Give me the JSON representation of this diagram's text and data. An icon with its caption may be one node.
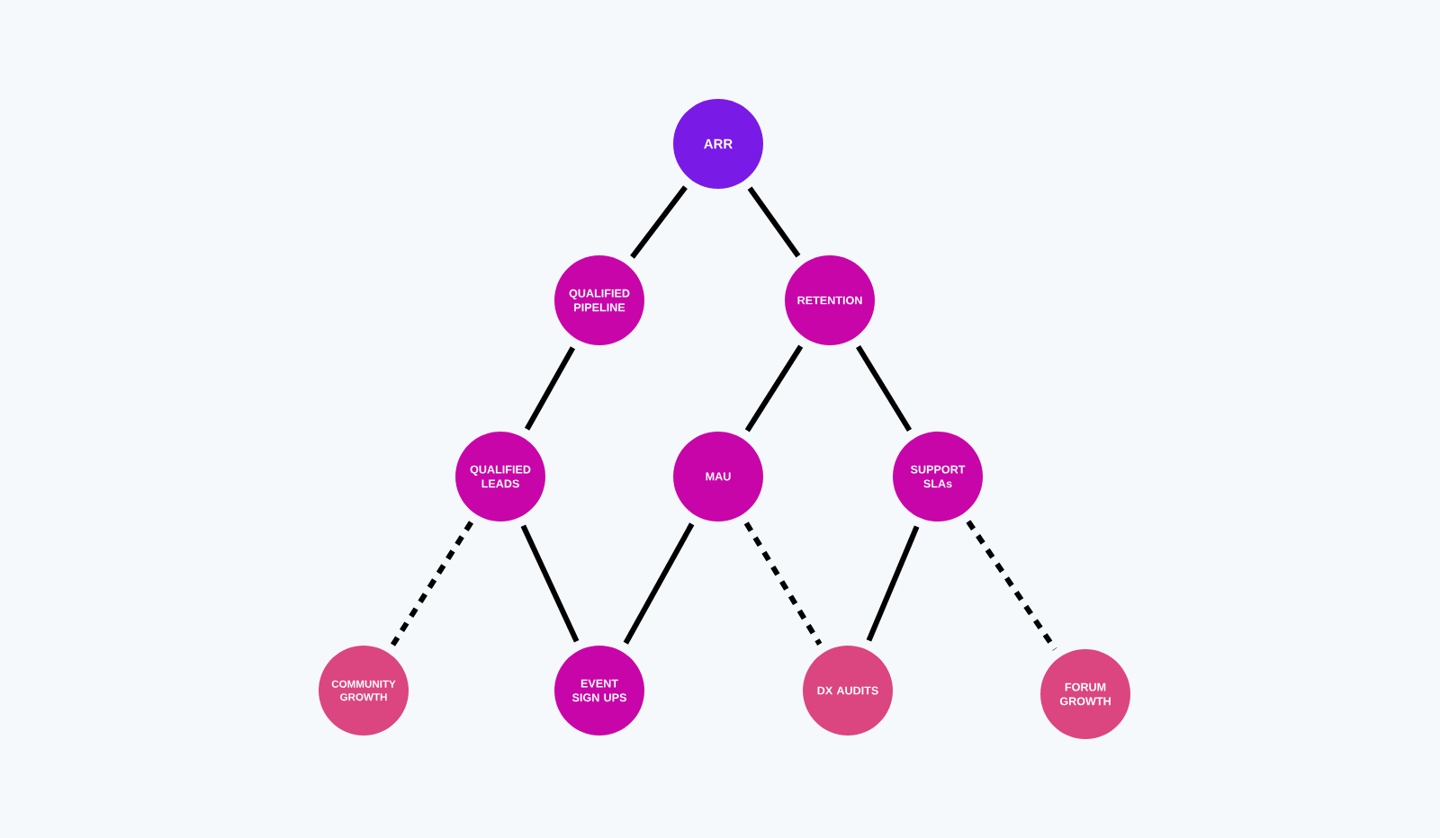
{
  "diagram": {
    "nodes": [
      {
        "text": [
          "ARR"
        ]
      },
      {
        "text": [
          "QUALIFIED PIPELINE"
        ]
      },
      {
        "text": [
          "RETENTION"
        ]
      },
      {
        "text": [
          "QUALIFIED LEADS"
        ]
      },
      {
        "text": [
          "MAU"
        ]
      },
      {
        "text": [
          "SUPPORT SLAs"
        ]
      },
      {
        "text": [
          "COMMUNITY GROWTH"
        ]
      },
      {
        "text": [
          "EVENT SIGN UPS"
        ]
      },
      {
        "text": [
          "DX AUDITS"
        ]
      },
      {
        "text": [
          "FORUM GROWTH"
        ]
      }
    ],
    "edges": [
      {
        "from": 0,
        "to": 1,
        "arrow": "none"
      },
      {
        "from": 0,
        "to": 2,
        "arrow": "none"
      },
      {
        "from": 1,
        "to": 3,
        "arrow": "none"
      },
      {
        "from": 2,
        "to": 4,
        "arrow": "none"
      },
      {
        "from": 2,
        "to": 5,
        "arrow": "none"
      },
      {
        "from": 3,
        "to": 6,
        "arrow": "none",
        "style": "dashed"
      },
      {
        "from": 3,
        "to": 7,
        "arrow": "none"
      },
      {
        "from": 4,
        "to": 7,
        "arrow": "none"
      },
      {
        "from": 4,
        "to": 8,
        "arrow": "none",
        "style": "dashed"
      },
      {
        "from": 5,
        "to": 8,
        "arrow": "none"
      },
      {
        "from": 5,
        "to": 9,
        "arrow": "none",
        "style": "dashed"
      }
    ]
  }
}
